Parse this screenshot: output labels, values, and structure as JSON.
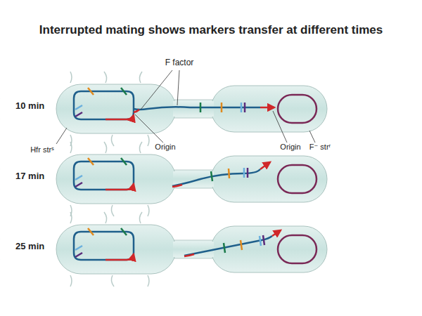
{
  "diagram": {
    "title": "Interrupted mating shows markers transfer at different times",
    "labels": [
      "F factor",
      "10 min",
      "Hfr strˢ",
      "Origin",
      "Origin",
      "F⁻ strʳ",
      "17 min",
      "25 min"
    ]
  }
}
